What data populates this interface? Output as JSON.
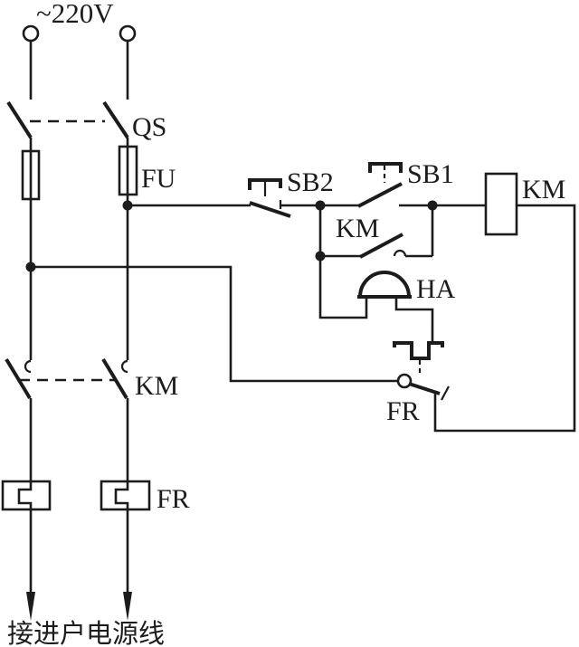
{
  "diagram": {
    "voltage_label": "~220V",
    "caption": "接进户电源线",
    "components": {
      "qs": {
        "label": "QS",
        "type": "knife-switch-2pole"
      },
      "fu": {
        "label": "FU",
        "type": "fuse"
      },
      "sb2": {
        "label": "SB2",
        "type": "stop-pushbutton-nc"
      },
      "sb1": {
        "label": "SB1",
        "type": "start-pushbutton-no"
      },
      "km_aux": {
        "label": "KM",
        "type": "contactor-aux-contact-no"
      },
      "km_coil": {
        "label": "KM",
        "type": "contactor-coil"
      },
      "ha": {
        "label": "HA",
        "type": "electric-bell"
      },
      "fr_contact": {
        "label": "FR",
        "type": "thermal-relay-contact-nc"
      },
      "km_main": {
        "label": "KM",
        "type": "contactor-main-contacts"
      },
      "fr_heater": {
        "label": "FR",
        "type": "thermal-relay-heater"
      }
    },
    "colors": {
      "line": "#1c1c1c",
      "background": "#ffffff"
    }
  }
}
